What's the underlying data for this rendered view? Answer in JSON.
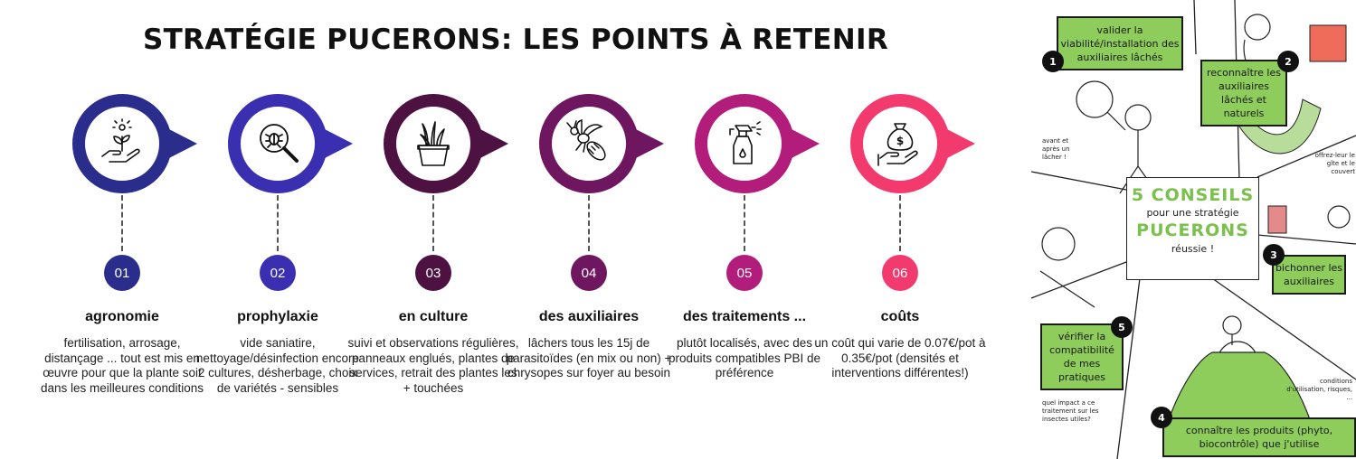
{
  "title": "STRATÉGIE PUCERONS: LES POINTS À RETENIR",
  "steps": [
    {
      "num": "01",
      "heading": "agronomie",
      "desc": "fertilisation, arrosage, distançage ... tout est mis en œuvre pour que la plante soit dans les meilleures conditions",
      "color": "#2b2d8c",
      "icon": "hand-plant-icon"
    },
    {
      "num": "02",
      "heading": "prophylaxie",
      "desc": "vide saniatire, nettoyage/désinfection encore 2 cultures, désherbage, choix de variétés - sensibles",
      "color": "#3a2fb0",
      "icon": "magnifier-bug-icon"
    },
    {
      "num": "03",
      "heading": "en culture",
      "desc": "suivi et observations régulières, panneaux englués, plantes de services, retrait des plantes les + touchées",
      "color": "#4d1242",
      "icon": "potted-plant-icon"
    },
    {
      "num": "04",
      "heading": "des auxiliaires",
      "desc": "lâchers tous les 15j de parasitoïdes (en mix ou non) + chrysopes sur foyer au besoin",
      "color": "#6e1660",
      "icon": "wasp-icon"
    },
    {
      "num": "05",
      "heading": "des traitements ...",
      "desc": "plutôt localisés, avec des produits compatibles PBI de préférence",
      "color": "#b21c7a",
      "icon": "spray-bottle-icon"
    },
    {
      "num": "06",
      "heading": "coûts",
      "desc": "un coût qui varie de 0.07€/pot à 0.35€/pot (densités et interventions différentes!)",
      "color": "#f23a6e",
      "icon": "money-bag-hand-icon"
    }
  ],
  "poster": {
    "center_line1": "5 CONSEILS",
    "center_line2": "pour une stratégie",
    "center_line3": "PUCERONS",
    "center_line4": "réussie !",
    "tip1": "valider la viabilité/installation des auxiliaires lâchés",
    "tip2": "reconnaître les auxiliaires lâchés et naturels",
    "tip3": "bichonner les auxiliaires",
    "tip4": "connaître les produits (phyto, biocontrôle) que j'utilise",
    "tip5": "vérifier la compatibilité de mes pratiques",
    "badge1": "1",
    "badge2": "2",
    "badge3": "3",
    "badge4": "4",
    "badge5": "5",
    "note_avant": "avant et après un lâcher !",
    "note_gite": "offrez-leur le gîte et le couvert",
    "note_conditions": "conditions d'utilisation, risques, ...",
    "note_impact": "quel impact a ce traitement sur les insectes utiles?"
  }
}
